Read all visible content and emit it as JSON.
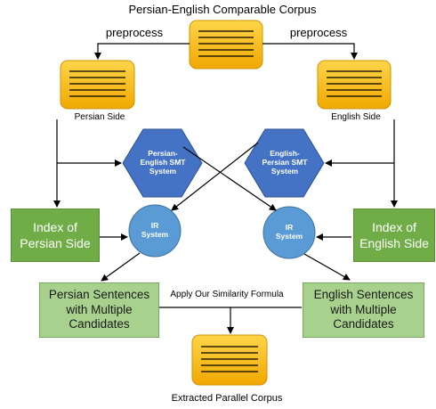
{
  "title": "Persian-English Comparable Corpus",
  "preprocess_left": "preprocess",
  "preprocess_right": "preprocess",
  "persian_side": "Persian Side",
  "english_side": "English Side",
  "smt_persian_english": "Persian-English SMT System",
  "smt_english_persian": "English-Persian SMT System",
  "index_persian": "Index of Persian Side",
  "index_english": "Index of English Side",
  "ir_left": "IR System",
  "ir_right": "IR System",
  "persian_candidates": "Persian Sentences with Multiple Candidates",
  "english_candidates": "English Sentences with Multiple Candidates",
  "similarity_formula": "Apply Our Similarity Formula",
  "output": "Extracted Parallel Corpus",
  "colors": {
    "document": "#ffc000",
    "smt": "#4472c4",
    "ir": "#5b9bd5",
    "index": "#70ad47",
    "candidates": "#a9d18e"
  }
}
